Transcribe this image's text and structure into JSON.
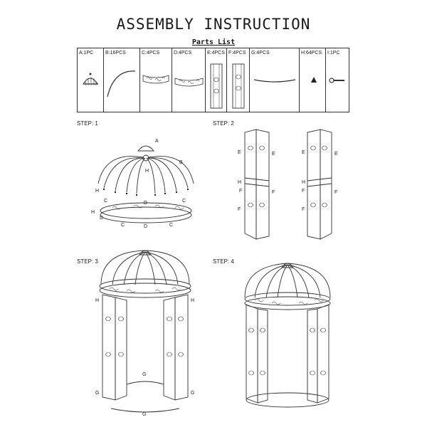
{
  "document": {
    "title": "ASSEMBLY INSTRUCTION",
    "subtitle": "Parts List"
  },
  "parts": [
    {
      "label": "A:1PC"
    },
    {
      "label": "B:16PCS"
    },
    {
      "label": "C:4PCS"
    },
    {
      "label": "D:4PCS"
    },
    {
      "label": "E:4PCS"
    },
    {
      "label": "F:4PCS"
    },
    {
      "label": "G:4PCS"
    },
    {
      "label": "H:64PCS"
    },
    {
      "label": "I:1PC"
    }
  ],
  "steps": [
    {
      "label": "STEP: 1"
    },
    {
      "label": "STEP: 2"
    },
    {
      "label": "STEP: 3"
    },
    {
      "label": "STEP: 4"
    }
  ],
  "callouts": {
    "a": "A",
    "b": "B",
    "c": "C",
    "d": "D",
    "e": "E",
    "f": "F",
    "g": "G",
    "h": "H"
  },
  "colors": {
    "ink": "#333333",
    "background": "#ffffff"
  }
}
